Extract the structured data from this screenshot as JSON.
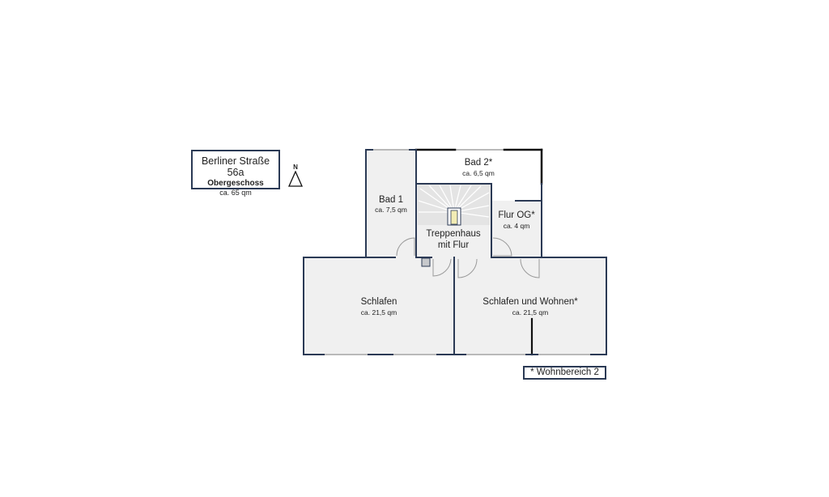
{
  "info": {
    "address": "Berliner Straße 56a",
    "floor": "Obergeschoss",
    "area": "ca. 65 qm"
  },
  "compass": {
    "letter": "N"
  },
  "rooms": {
    "bad1": {
      "name": "Bad 1",
      "area": "ca. 7,5 qm"
    },
    "bad2": {
      "name": "Bad 2*",
      "area": "ca. 6,5 qm"
    },
    "treppenhaus": {
      "name_line1": "Treppenhaus",
      "name_line2": "mit Flur"
    },
    "flur": {
      "name": "Flur OG*",
      "area": "ca. 4 qm"
    },
    "schlafen": {
      "name": "Schlafen",
      "area": "ca. 21,5 qm"
    },
    "schlafen_wohnen": {
      "name": "Schlafen und Wohnen*",
      "area": "ca. 21,5 qm"
    }
  },
  "note": "* Wohnbereich 2",
  "colors": {
    "wall": "#2b3a55",
    "floor": "#f0f0f0",
    "stairs": "#e4e4e4",
    "window": "#b9b9b9"
  }
}
